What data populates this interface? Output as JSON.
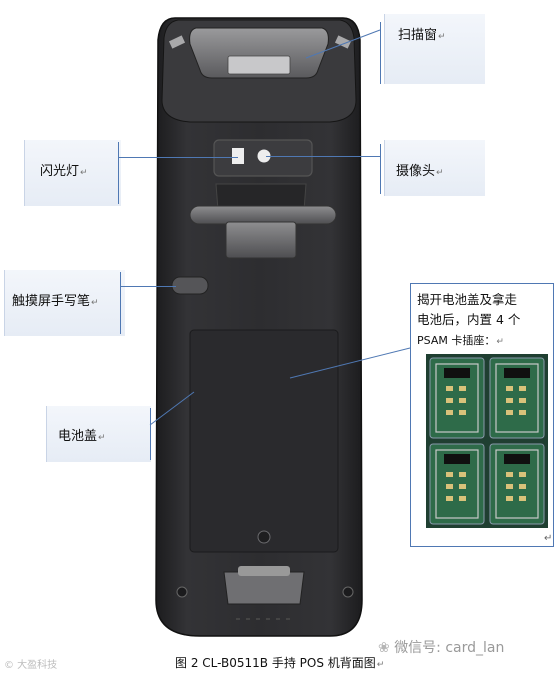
{
  "labels": {
    "scan_window": "扫描窗",
    "flash": "闪光灯",
    "camera": "摄像头",
    "stylus": "触摸屏手写笔",
    "battery_cover": "电池盖"
  },
  "callout": {
    "line1": "揭开电池盖及拿走",
    "line2": "电池后，内置 4 个",
    "line3": "PSAM 卡插座："
  },
  "caption": "图 2 CL-B0511B 手持 POS 机背面图",
  "watermark": {
    "wechat": "微信号: card_lan",
    "left": "© 大盈科技"
  },
  "return_mark": "↵",
  "colors": {
    "device_body": "#2b2b2d",
    "leader_line": "#4f78b3",
    "label_bg": "#e8eef7"
  }
}
